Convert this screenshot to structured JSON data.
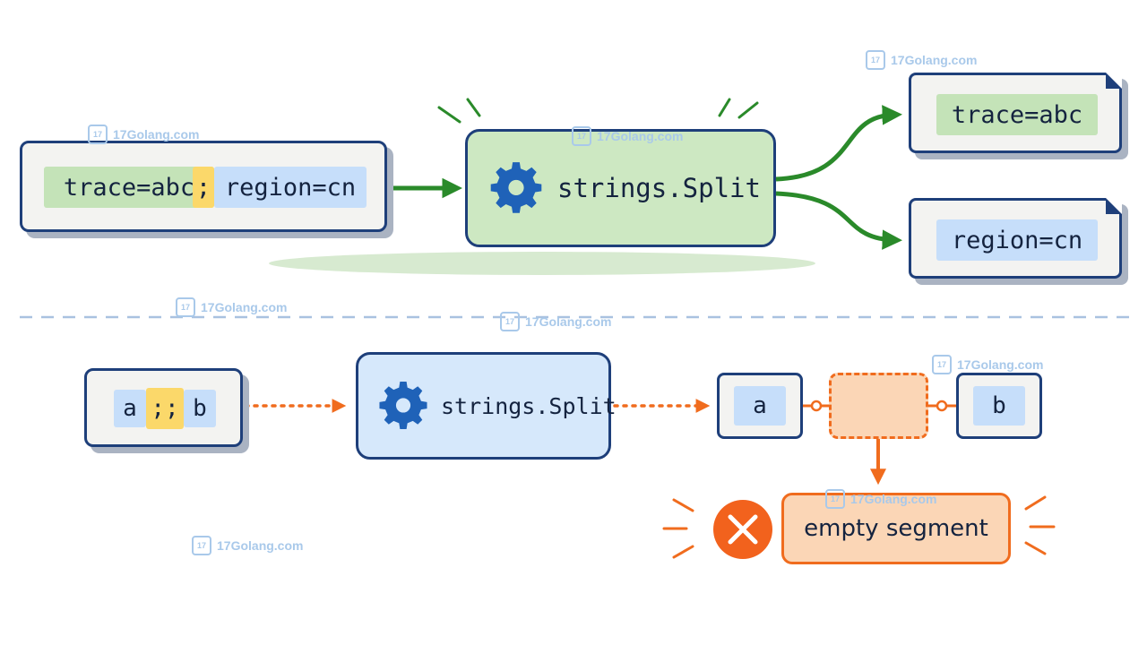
{
  "top": {
    "input_tokens": [
      "trace=abc",
      ";",
      "region=cn"
    ],
    "function_label": "strings.Split",
    "outputs": [
      "trace=abc",
      "region=cn"
    ]
  },
  "bottom": {
    "input_tokens": [
      "a",
      ";;",
      "b"
    ],
    "function_label": "strings.Split",
    "outputs": [
      "a",
      "",
      "b"
    ],
    "error_label": "empty segment"
  },
  "watermark": "17Golang.com",
  "icons": [
    "gear-icon",
    "error-x-icon",
    "watermark-logo-icon"
  ],
  "colors": {
    "border": "#1e3f7a",
    "green_arrow": "#2a8a2a",
    "orange_arrow": "#f06c1e",
    "green_fill": "#cde8c2",
    "blue_fill": "#d6e8fb",
    "orange_fill": "#fbd6b6",
    "yellow_token": "#fbd86a",
    "gear": "#1f62b8",
    "error": "#f2621d"
  }
}
